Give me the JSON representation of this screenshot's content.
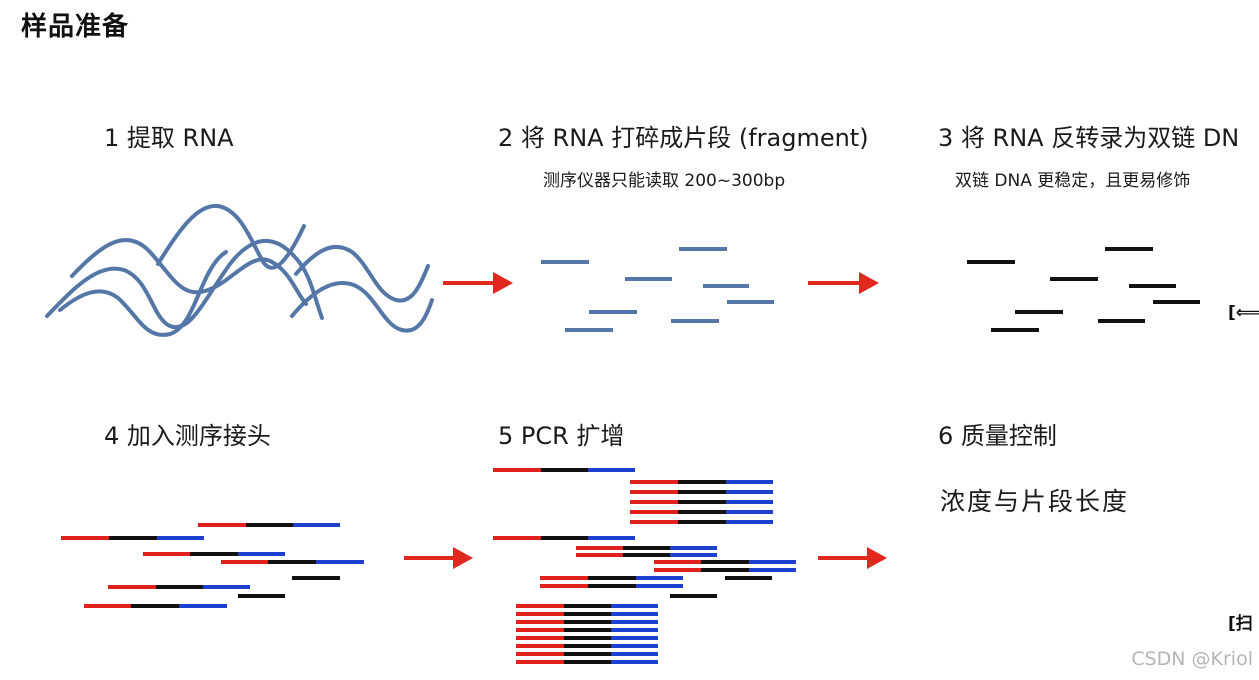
{
  "page": {
    "title": "样品准备"
  },
  "steps": [
    {
      "title": "1 提取 RNA",
      "subtitle": ""
    },
    {
      "title": "2 将 RNA 打碎成片段 (fragment)",
      "subtitle": "测序仪器只能读取 200~300bp"
    },
    {
      "title": "3 将 RNA 反转录为双链 DN",
      "subtitle": "双链 DNA 更稳定，且更易修饰"
    },
    {
      "title": "4 加入测序接头",
      "subtitle": ""
    },
    {
      "title": "5 PCR 扩增",
      "subtitle": ""
    },
    {
      "title": "6 质量控制",
      "subtitle": "浓度与片段长度"
    }
  ],
  "edge_tabs": {
    "top": "[⟸",
    "bottom": "[扫"
  },
  "watermark": "CSDN @Kriol",
  "colors": {
    "rna": "#5477a8",
    "dna": "#111111",
    "adapter_left": "#e0201b",
    "adapter_right": "#1f3fcf",
    "arrow": "#e0281e"
  }
}
